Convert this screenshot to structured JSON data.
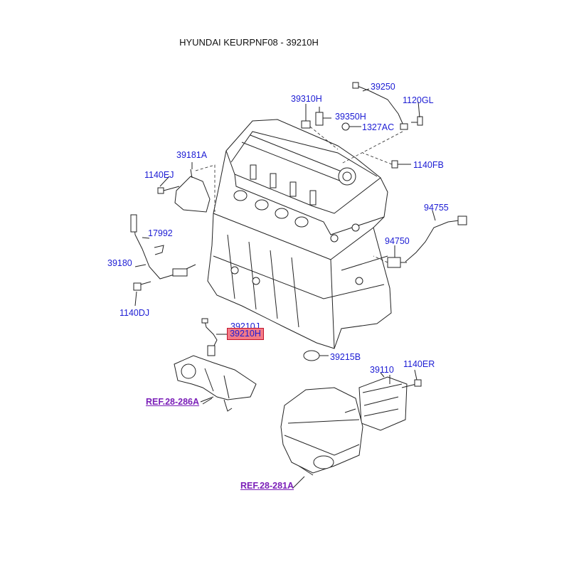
{
  "title": "HYUNDAI KEURPNF08 - 39210H",
  "labels": {
    "p39250": "39250",
    "p39310H": "39310H",
    "p1120GL": "1120GL",
    "p39350H": "39350H",
    "p1327AC": "1327AC",
    "p39181A": "39181A",
    "p1140FB": "1140FB",
    "p1140EJ": "1140EJ",
    "p94755": "94755",
    "p17992": "17992",
    "p94750": "94750",
    "p39180": "39180",
    "p1140DJ": "1140DJ",
    "p39210J": "39210J",
    "p39210H": "39210H",
    "p39215B": "39215B",
    "p39110": "39110",
    "p1140ER": "1140ER"
  },
  "refs": {
    "ref286": "REF.28-286A",
    "ref281": "REF.28-281A"
  },
  "highlight_color": "#f47a86"
}
